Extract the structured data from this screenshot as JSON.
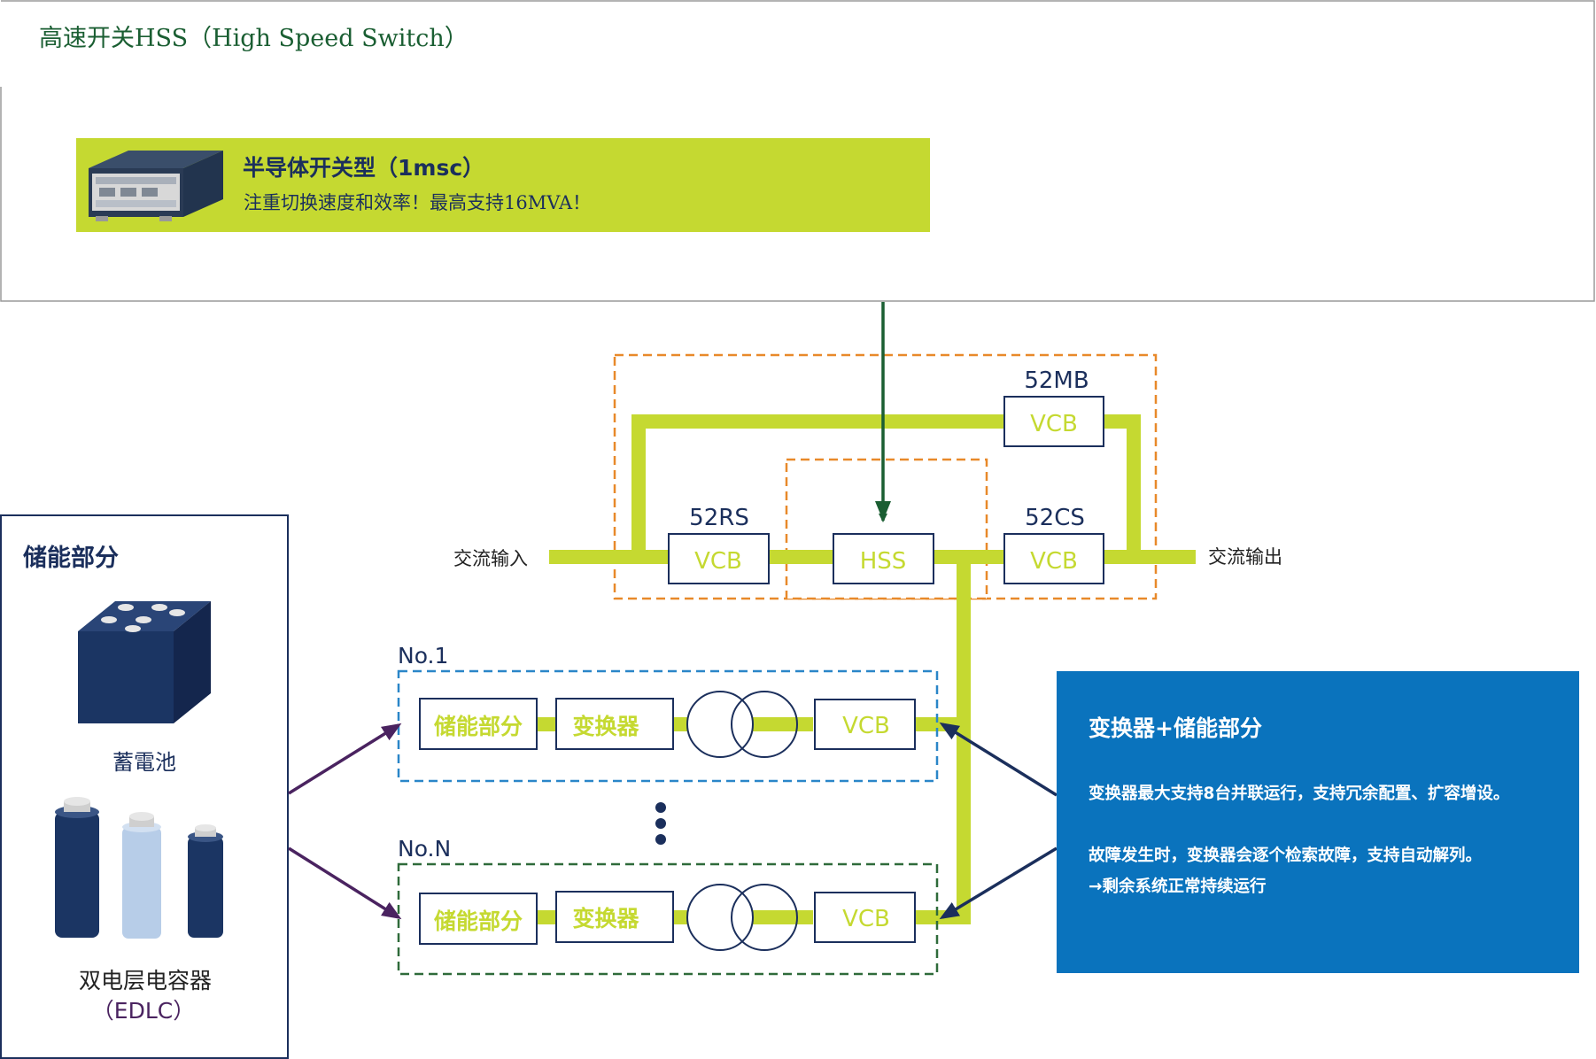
{
  "hss_panel": {
    "title": "高速开关HSS（High Speed Switch）",
    "banner_title": "半导体开关型（1msc）",
    "banner_text": "注重切换速度和效率！最高支持16MVA！"
  },
  "main_circuit": {
    "ac_input": "交流输入",
    "ac_output": "交流输出",
    "breakers": [
      {
        "id": "52MB",
        "label": "52MB",
        "box": "VCB"
      },
      {
        "id": "52RS",
        "label": "52RS",
        "box": "VCB"
      },
      {
        "id": "52CS",
        "label": "52CS",
        "box": "VCB"
      }
    ],
    "hss_box": "HSS"
  },
  "units": [
    {
      "label": "No.1",
      "storage": "储能部分",
      "converter": "变换器",
      "breaker": "VCB"
    },
    {
      "label": "No.N",
      "storage": "储能部分",
      "converter": "变换器",
      "breaker": "VCB"
    }
  ],
  "storage_panel": {
    "title": "储能部分",
    "battery_label": "蓄電池",
    "edlc_label": "双电层电容器",
    "edlc_abbr": "（EDLC）"
  },
  "info_panel": {
    "title": "变换器+储能部分",
    "line1": "变换器最大支持8台并联运行，支持冗余配置、扩容增设。",
    "line2": "故障发生时，变换器会逐个检索故障，支持自动解列。",
    "line3": "→剩余系统正常持续运行"
  },
  "colors": {
    "lime": "#c5d931",
    "navy": "#1b2f5c",
    "blue_panel": "#0a73bd",
    "orange_dash": "#e8892a",
    "blue_dash": "#2a86c8",
    "green_dash": "#2f6b3a",
    "green_arrow": "#1a5e32",
    "purple_arrow": "#4a2360",
    "navy_arrow": "#1b2f5c"
  }
}
